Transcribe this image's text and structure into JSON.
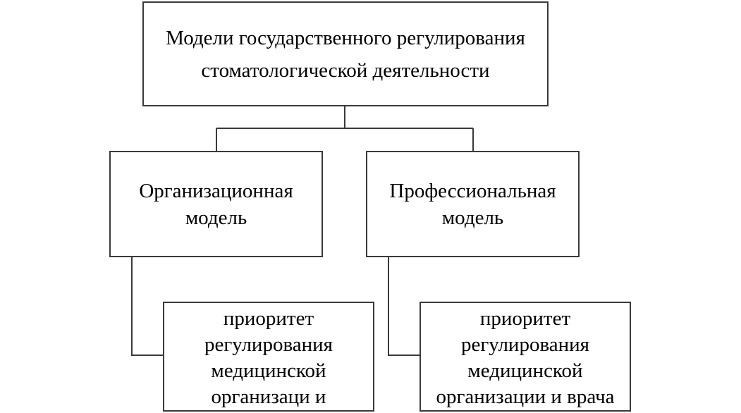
{
  "diagram": {
    "root": {
      "line1": "Модели государственного регулирования",
      "line2": "стоматологической деятельности"
    },
    "left_model": {
      "line1": "Организационная",
      "line2": "модель"
    },
    "right_model": {
      "line1": "Профессиональная",
      "line2": "модель"
    },
    "left_priority": {
      "line1": "приоритет",
      "line2": "регулирования",
      "line3": "медицинской",
      "line4": "организаци и"
    },
    "right_priority": {
      "line1": "приоритет",
      "line2": "регулирования",
      "line3": "медицинской",
      "line4": "организации и врача"
    },
    "colors": {
      "stroke": "#3a3a3a",
      "background": "#ffffff",
      "text": "#000000"
    }
  }
}
